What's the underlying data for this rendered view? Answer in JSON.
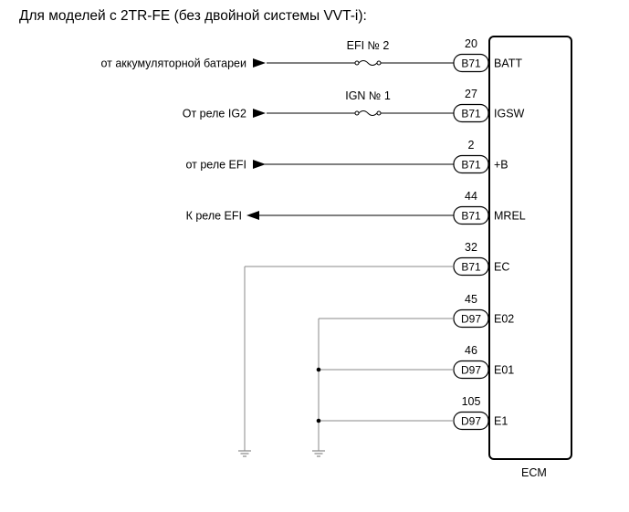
{
  "title": "Для моделей с 2TR-FE (без двойной системы VVT-i):",
  "ecm_label": "ECM",
  "rows": [
    {
      "source": "от аккумуляторной батареи",
      "direction": "in",
      "fuse": "EFI № 2",
      "pin": "20",
      "connector": "B71",
      "terminal": "BATT",
      "ground": false
    },
    {
      "source": "От реле IG2",
      "direction": "in",
      "fuse": "IGN № 1",
      "pin": "27",
      "connector": "B71",
      "terminal": "IGSW",
      "ground": false
    },
    {
      "source": "от реле EFI",
      "direction": "in",
      "fuse": "",
      "pin": "2",
      "connector": "B71",
      "terminal": "+B",
      "ground": false
    },
    {
      "source": "К реле EFI",
      "direction": "out",
      "fuse": "",
      "pin": "44",
      "connector": "B71",
      "terminal": "MREL",
      "ground": false
    },
    {
      "source": "",
      "direction": "",
      "fuse": "",
      "pin": "32",
      "connector": "B71",
      "terminal": "EC",
      "ground": true
    },
    {
      "source": "",
      "direction": "",
      "fuse": "",
      "pin": "45",
      "connector": "D97",
      "terminal": "E02",
      "ground": true
    },
    {
      "source": "",
      "direction": "",
      "fuse": "",
      "pin": "46",
      "connector": "D97",
      "terminal": "E01",
      "ground": true
    },
    {
      "source": "",
      "direction": "",
      "fuse": "",
      "pin": "105",
      "connector": "D97",
      "terminal": "E1",
      "ground": true
    }
  ]
}
